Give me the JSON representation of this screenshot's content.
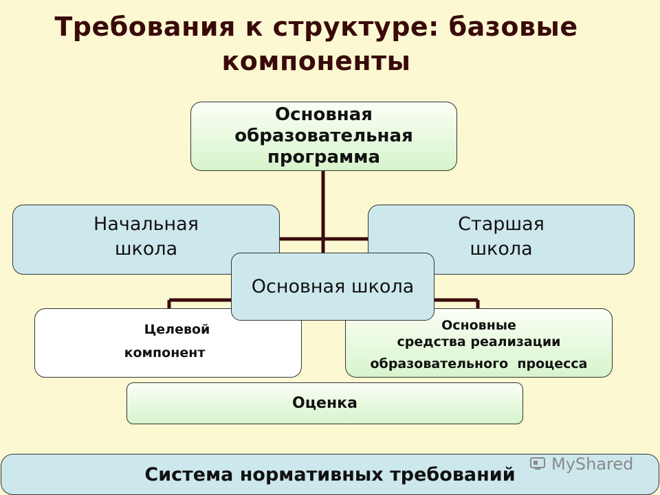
{
  "title": {
    "line1": "Требования к структуре: базовые",
    "line2": "компоненты"
  },
  "boxes": {
    "main_program": [
      "Основная",
      "образовательная",
      "программа"
    ],
    "primary_school": [
      "Начальная",
      "школа"
    ],
    "senior_school": [
      "Старшая",
      "школа"
    ],
    "basic_school": "Основная школа",
    "target_component": [
      "Целевой",
      "компонент"
    ],
    "implementation_means": [
      "Основные",
      "средства реализации",
      "образовательного  процесса"
    ],
    "evaluation": "Оценка",
    "requirements_system": "Система нормативных требований"
  },
  "watermark": {
    "text": "MyShared",
    "icon": "myshared-logo-icon"
  },
  "colors": {
    "connector": "#3a0a0a",
    "title": "#3a0a0a",
    "green_box": "#d7f4cc",
    "blue_box": "#cde8ec",
    "background": "#fbf8d2"
  }
}
